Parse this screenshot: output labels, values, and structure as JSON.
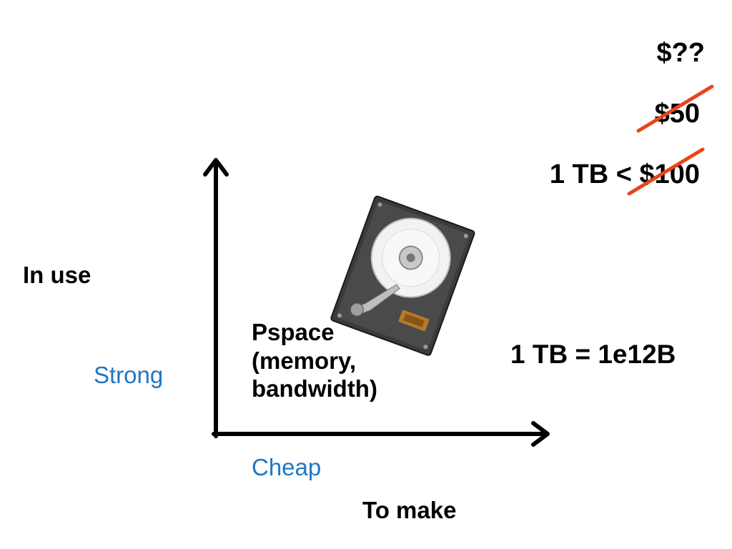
{
  "slide": {
    "prices": {
      "unknown": "$??",
      "fifty": "$50",
      "hundred": "1 TB < $100"
    },
    "axes": {
      "y_label": "In use",
      "y_value": "Strong",
      "x_value": "Cheap",
      "x_label": "To make"
    },
    "pspace": {
      "line1": "Pspace",
      "line2": "(memory,",
      "line3": "bandwidth)"
    },
    "tb_definition": "1 TB = 1e12B",
    "colors": {
      "text": "#000000",
      "accent_blue": "#1f77c4",
      "strike_red": "#e8441c"
    },
    "image": {
      "icon": "hard-drive-icon"
    }
  }
}
